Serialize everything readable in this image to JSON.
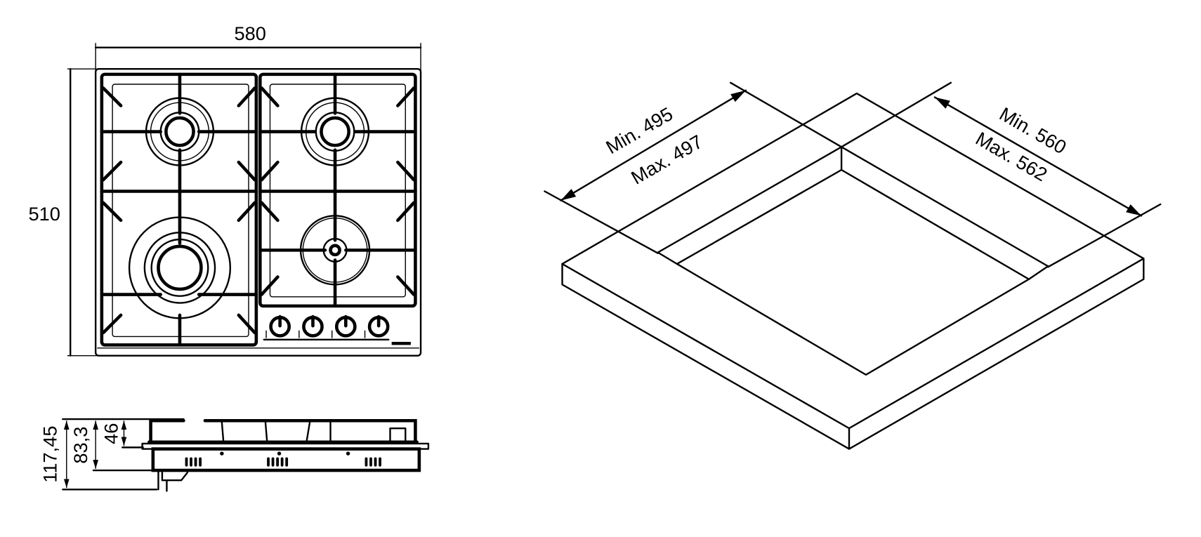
{
  "top_view": {
    "width_label": "580",
    "depth_label": "510"
  },
  "side_view": {
    "total_height_label": "117,45",
    "body_height_label": "83,3",
    "grate_height_label": "46"
  },
  "cutout": {
    "depth_min": "Min. 495",
    "depth_max": "Max. 497",
    "width_min": "Min. 560",
    "width_max": "Max. 562"
  },
  "hob": {
    "burners": 4,
    "knobs": 4
  }
}
